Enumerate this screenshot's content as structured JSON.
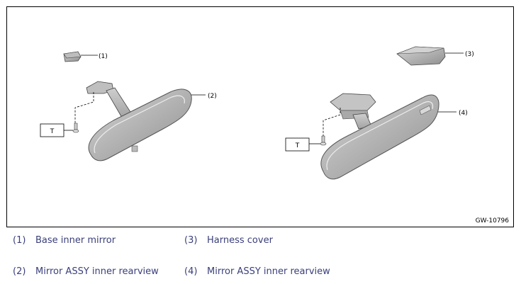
{
  "figure": {
    "id": "GW-10796",
    "callouts": [
      "(1)",
      "(2)",
      "(3)",
      "(4)"
    ],
    "torque_label": "T"
  },
  "legend": [
    {
      "num": "(1)",
      "label": "Base inner mirror"
    },
    {
      "num": "(2)",
      "label": "Mirror ASSY inner rearview"
    },
    {
      "num": "(3)",
      "label": "Harness cover"
    },
    {
      "num": "(4)",
      "label": "Mirror ASSY inner rearview"
    }
  ]
}
